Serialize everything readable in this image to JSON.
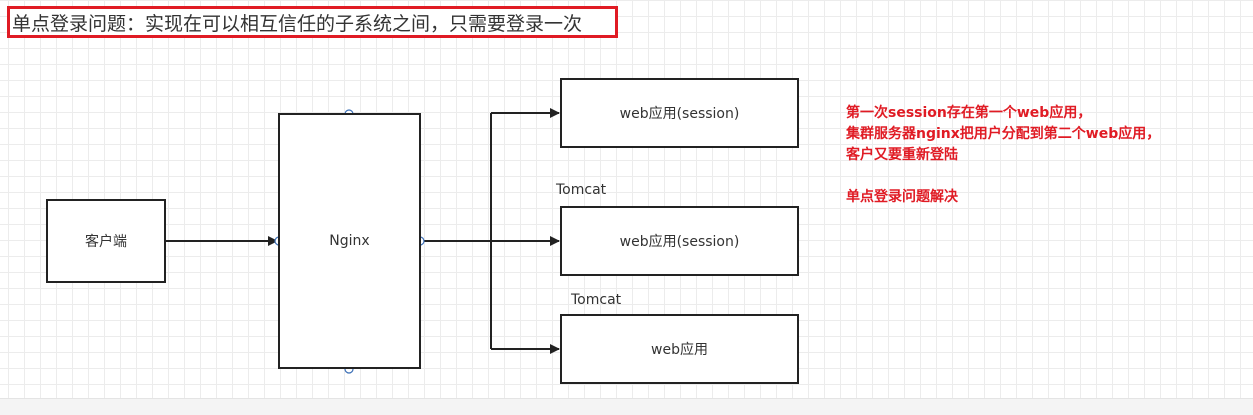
{
  "title": "单点登录问题：实现在可以相互信任的子系统之间，只需要登录一次",
  "nodes": {
    "client": "客户端",
    "nginx": "Nginx",
    "web1": "web应用(session)",
    "web2": "web应用(session)",
    "web3": "web应用"
  },
  "labels": {
    "tomcat_2": "Tomcat",
    "tomcat_3": "Tomcat"
  },
  "notes": [
    "第一次session存在第一个web应用，",
    "集群服务器nginx把用户分配到第二个web应用，",
    "客户又要重新登陆",
    "",
    "单点登录问题解决"
  ],
  "colors": {
    "accent_red": "#e01b24",
    "connector_blue": "#3b6fb6"
  },
  "icons": {
    "move_cursor": "move-cursor-icon"
  }
}
